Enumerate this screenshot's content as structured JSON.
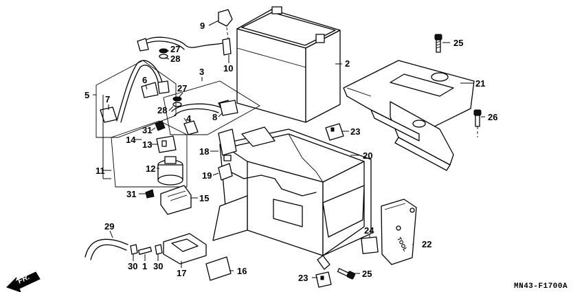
{
  "diagram_code": "MN43-F1700A",
  "direction_label": "FR.",
  "tool_label": "TOOL",
  "callouts": {
    "c1": "1",
    "c2": "2",
    "c3": "3",
    "c4": "4",
    "c5": "5",
    "c6": "6",
    "c7": "7",
    "c8": "8",
    "c9": "9",
    "c10": "10",
    "c11": "11",
    "c12": "12",
    "c13": "13",
    "c14": "14",
    "c15": "15",
    "c16": "16",
    "c17": "17",
    "c18": "18",
    "c19": "19",
    "c20": "20",
    "c21": "21",
    "c22": "22",
    "c23a": "23",
    "c23b": "23",
    "c24": "24",
    "c25a": "25",
    "c25b": "25",
    "c26": "26",
    "c27a": "27",
    "c27b": "27",
    "c28a": "28",
    "c28b": "28",
    "c29": "29",
    "c30a": "30",
    "c30b": "30",
    "c31a": "31",
    "c31b": "31"
  }
}
